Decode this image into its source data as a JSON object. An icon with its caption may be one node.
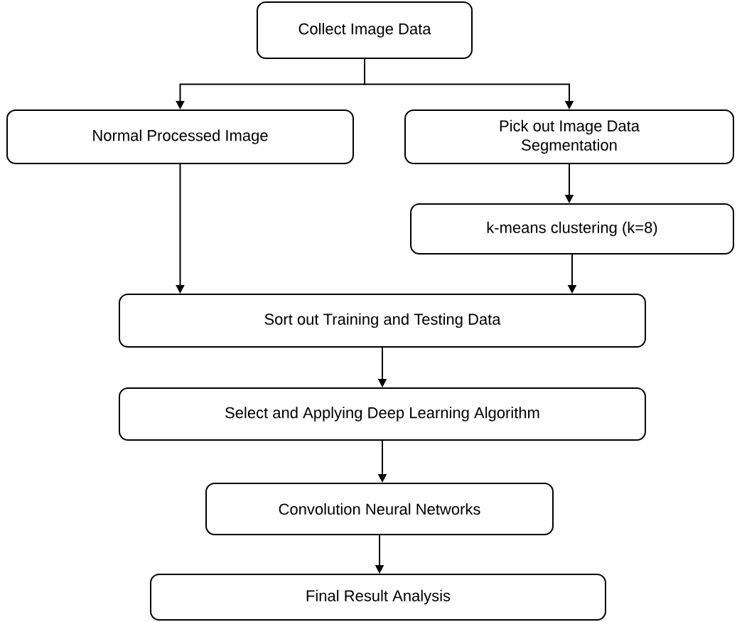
{
  "diagram": {
    "nodes": [
      {
        "text": [
          "Collect Image Data"
        ]
      },
      {
        "text": [
          "Normal Processed Image"
        ]
      },
      {
        "text": [
          "Pick out Image Data Segmentation"
        ]
      },
      {
        "text": [
          "k-means clustering (k=8)"
        ]
      },
      {
        "text": [
          "Sort out Training and Testing Data"
        ]
      },
      {
        "text": [
          "Select and Applying Deep Learning Algorithm"
        ]
      },
      {
        "text": [
          "Convolution Neural Networks"
        ]
      },
      {
        "text": [
          "Final Result Analysis"
        ]
      }
    ],
    "edges": [
      {
        "from": 0,
        "to": 1,
        "arrow": "to"
      },
      {
        "from": 0,
        "to": 2,
        "arrow": "to"
      },
      {
        "from": 2,
        "to": 3,
        "arrow": "to"
      },
      {
        "from": 1,
        "to": 4,
        "arrow": "to"
      },
      {
        "from": 3,
        "to": 4,
        "arrow": "to"
      },
      {
        "from": 4,
        "to": 5,
        "arrow": "to"
      },
      {
        "from": 5,
        "to": 6,
        "arrow": "to"
      },
      {
        "from": 6,
        "to": 7,
        "arrow": "to"
      }
    ]
  }
}
